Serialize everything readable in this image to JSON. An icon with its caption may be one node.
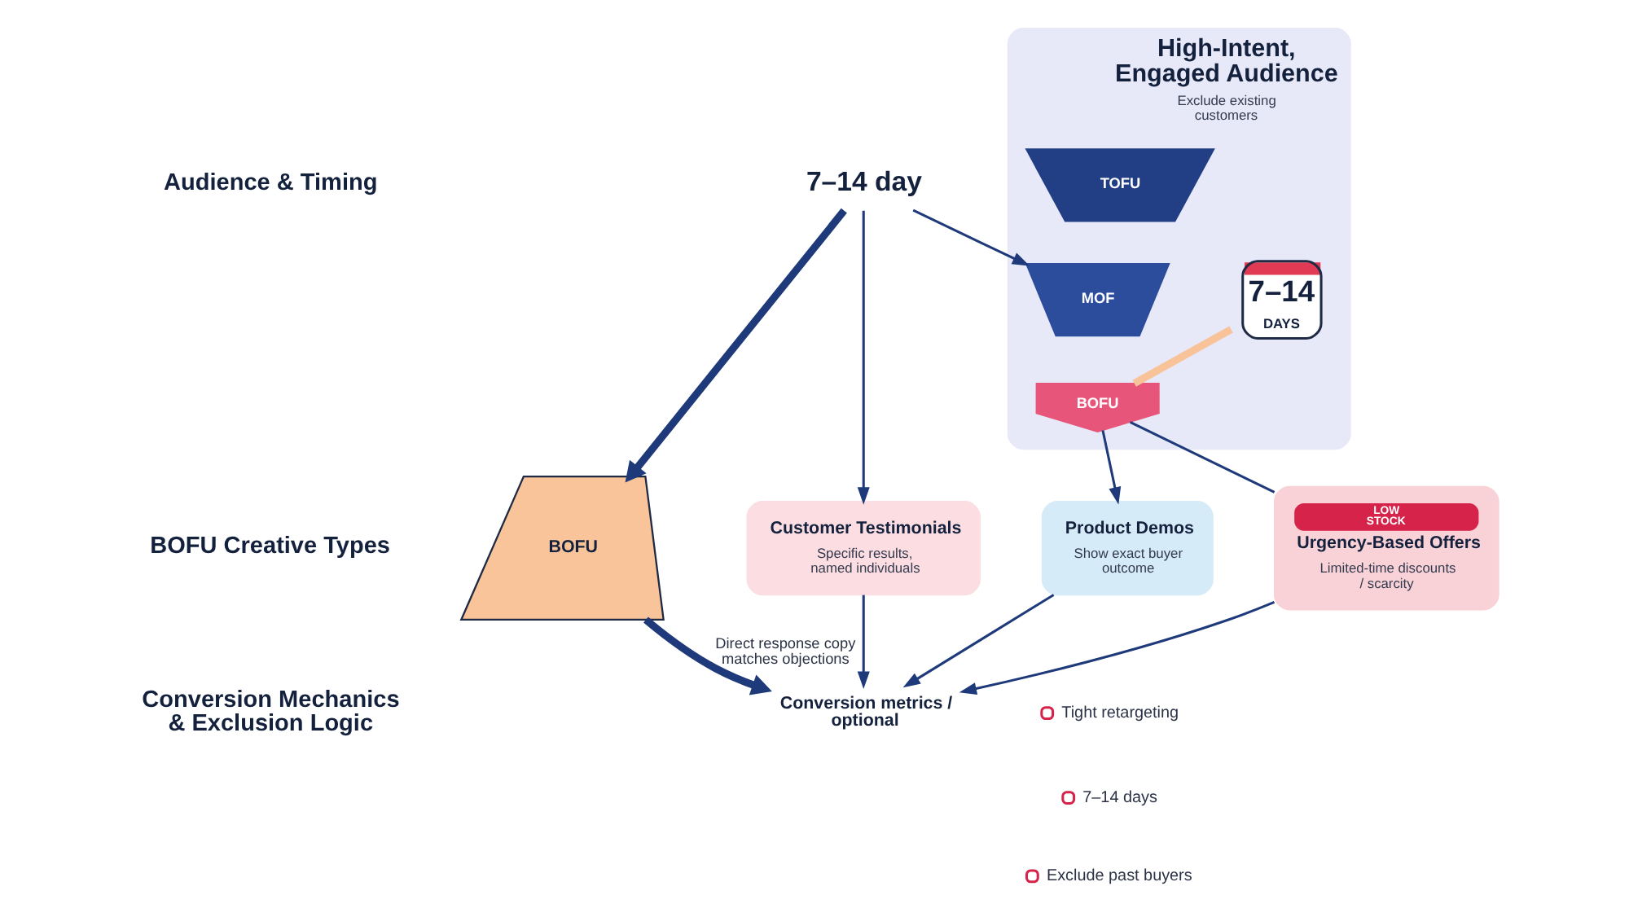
{
  "diagram": {
    "nodes": [
      {
        "text": [
          "7–14 day"
        ]
      },
      {
        "text": [
          "High-Intent, Engaged Audience",
          "Exclude existing customers"
        ]
      },
      {
        "text": [
          "TOFU"
        ],
        "in": 1
      },
      {
        "text": [
          "MOF"
        ],
        "in": 1
      },
      {
        "text": [
          "BOFU"
        ],
        "in": 1
      },
      {
        "text": [
          "7–14",
          "DAYS"
        ],
        "in": 1
      },
      {
        "text": [
          "BOFU"
        ]
      },
      {
        "text": [
          "Customer Testimonials",
          "Specific results, named individuals"
        ]
      },
      {
        "text": [
          "Product Demos",
          "Show exact buyer outcome"
        ]
      },
      {
        "text": [
          "LOW STOCK",
          "Urgency-Based Offers",
          "Limited-time discounts / scarcity"
        ]
      },
      {
        "text": [
          "Conversion metrics / optional"
        ]
      }
    ],
    "edges": [
      {
        "from": 0,
        "to": 3,
        "arrow": "to"
      },
      {
        "from": 0,
        "to": 7,
        "arrow": "to"
      },
      {
        "from": 0,
        "to": 6,
        "arrow": "to",
        "style": "thick"
      },
      {
        "from": 4,
        "to": 5,
        "arrow": "none",
        "style": "thick",
        "color": "#f9c39a"
      },
      {
        "from": 4,
        "to": 8,
        "arrow": "to"
      },
      {
        "from": 4,
        "to": 9,
        "arrow": "none"
      },
      {
        "from": 6,
        "to": 10,
        "arrow": "to",
        "style": "thick",
        "label": "Direct response copy matches objections"
      },
      {
        "from": 7,
        "to": 10,
        "arrow": "to"
      },
      {
        "from": 8,
        "to": 10,
        "arrow": "to"
      },
      {
        "from": 9,
        "to": 10,
        "arrow": "to"
      }
    ],
    "labels": [
      "Audience & Timing",
      "BOFU Creative Types",
      "Conversion Mechanics & Exclusion Logic",
      "Tight retargeting",
      "7–14 days",
      "Exclude past buyers"
    ]
  }
}
